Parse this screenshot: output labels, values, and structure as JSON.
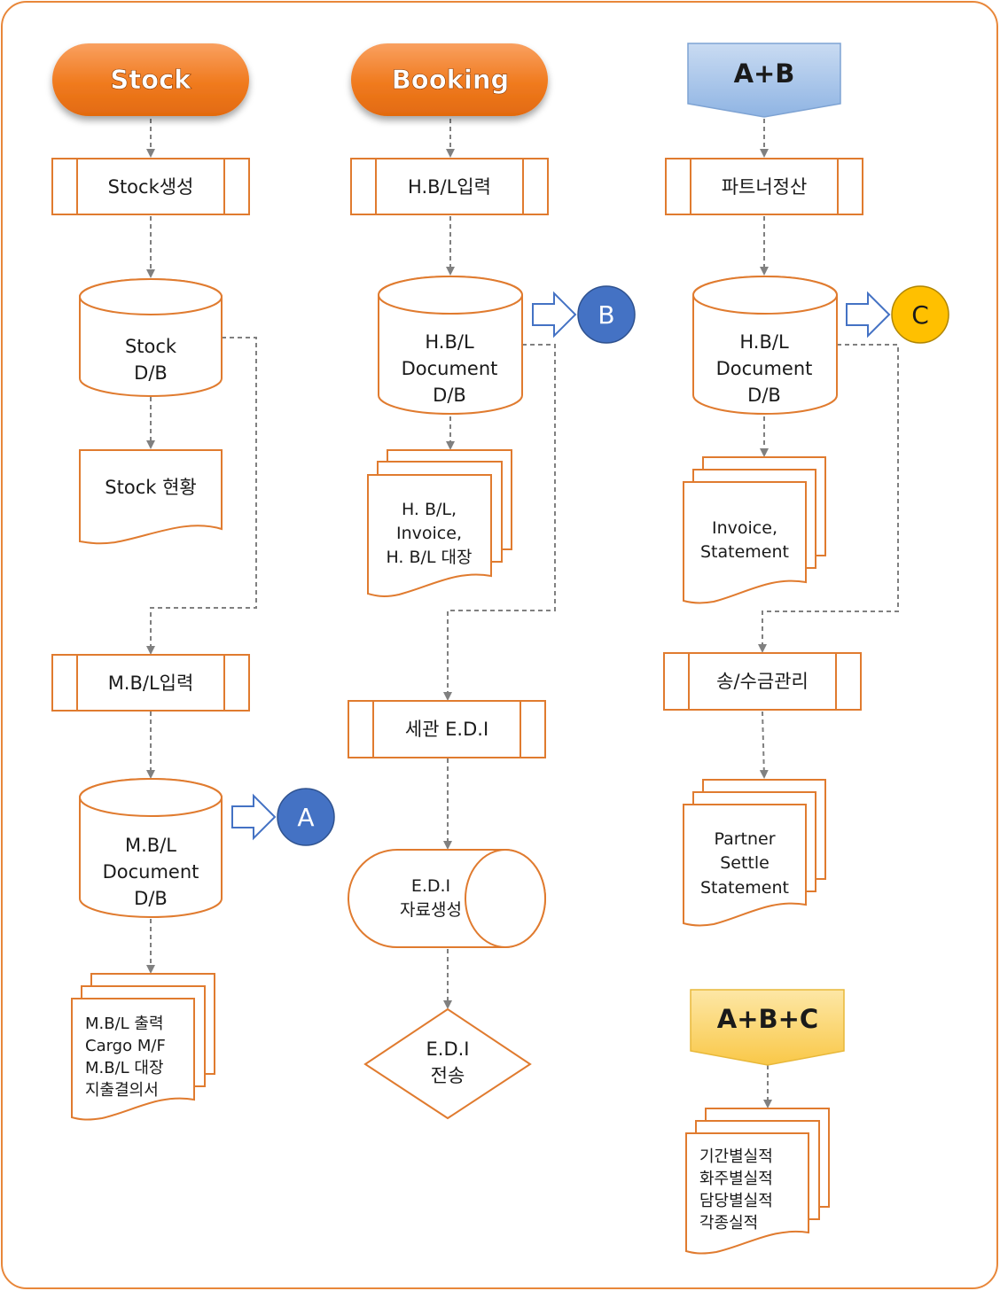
{
  "headers": {
    "stock": "Stock",
    "booking": "Booking",
    "ab": "A+B",
    "abc": "A+B+C"
  },
  "processes": {
    "stock_create": "Stock생성",
    "hbl_input": "H.B/L입력",
    "partner_settle": "파트너정산",
    "mbl_input": "M.B/L입력",
    "customs_edi": "세관 E.D.I",
    "remittance": "송/수금관리"
  },
  "databases": {
    "stock_db": [
      "Stock",
      "D/B"
    ],
    "hbl_db_b": [
      "H.B/L",
      "Document",
      "D/B"
    ],
    "hbl_db_c": [
      "H.B/L",
      "Document",
      "D/B"
    ],
    "mbl_db": [
      "M.B/L",
      "Document",
      "D/B"
    ]
  },
  "documents": {
    "stock_status": [
      "Stock 현황"
    ],
    "hbl_docs": [
      "H. B/L,",
      "Invoice,",
      "H. B/L 대장"
    ],
    "invoice_docs": [
      "Invoice,",
      "Statement"
    ],
    "mbl_docs": [
      "M.B/L 출력",
      "Cargo M/F",
      "M.B/L 대장",
      "지출결의서"
    ],
    "partner_docs": [
      "Partner",
      "Settle",
      "Statement"
    ],
    "performance_docs": [
      "기간별실적",
      "화주별실적",
      "담당별실적",
      "각종실적"
    ]
  },
  "storage": {
    "edi_data": [
      "E.D.I",
      "자료생성"
    ]
  },
  "decision": {
    "edi_send": [
      "E.D.I",
      "전송"
    ]
  },
  "connectors": {
    "a": "A",
    "b": "B",
    "c": "C"
  },
  "colors": {
    "frame": "#e8873a",
    "outline": "#e07b2f",
    "header_orange": "#f07a1e",
    "header_blue": "#a3c2e8",
    "header_yellow": "#fbd15c",
    "connector_blue": "#4472c4",
    "connector_gold": "#ffc000"
  }
}
